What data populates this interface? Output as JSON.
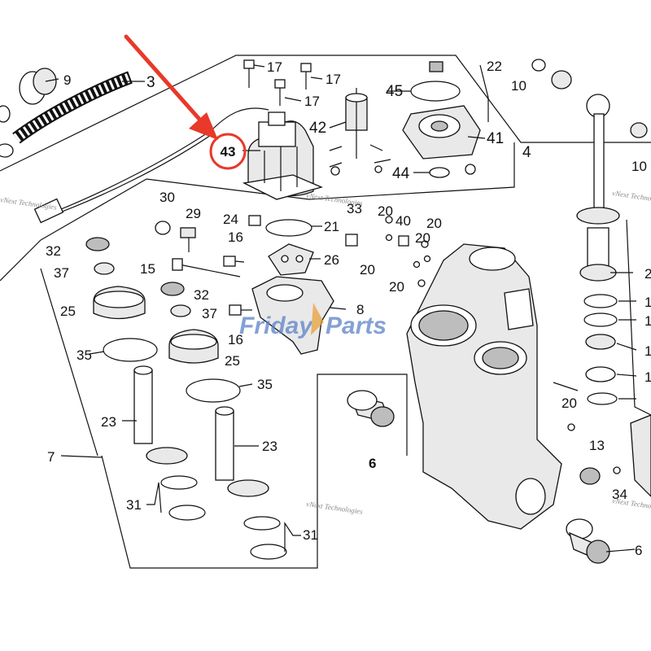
{
  "colors": {
    "highlight": "#e8392a",
    "watermark_friday": "#5a82c8",
    "watermark_parts": "#e8a23a",
    "line": "#111111"
  },
  "watermarks": {
    "brand_left": "Friday",
    "brand_right": "Parts",
    "credit": "vNext Technologies"
  },
  "highlight": {
    "label": "43",
    "arrow_icon": "arrow-down-right-icon"
  },
  "callouts": {
    "c9": "9",
    "c3": "3",
    "c17a": "17",
    "c17b": "17",
    "c17c": "17",
    "c22": "22",
    "c10a": "10",
    "c45": "45",
    "c42": "42",
    "c41": "41",
    "c4": "4",
    "c44": "44",
    "c10b": "10",
    "c30": "30",
    "c29": "29",
    "c24": "24",
    "c21": "21",
    "c33": "33",
    "c40": "40",
    "c20a": "20",
    "c20b": "20",
    "c20c": "20",
    "c20d": "20",
    "c20e": "20",
    "c20f": "20",
    "c32a": "32",
    "c16a": "16",
    "c26": "26",
    "c37a": "37",
    "c15": "15",
    "c32b": "32",
    "c25a": "25",
    "c37b": "37",
    "c8": "8",
    "c16b": "16",
    "c35a": "35",
    "c25b": "25",
    "c35b": "35",
    "c7": "7",
    "c23a": "23",
    "c23b": "23",
    "c6a": "6",
    "c31a": "31",
    "c31b": "31",
    "c13": "13",
    "c34": "34",
    "c6b": "6",
    "c2": "2",
    "c11": "1",
    "c12": "1",
    "c13r": "1",
    "c14": "1"
  }
}
